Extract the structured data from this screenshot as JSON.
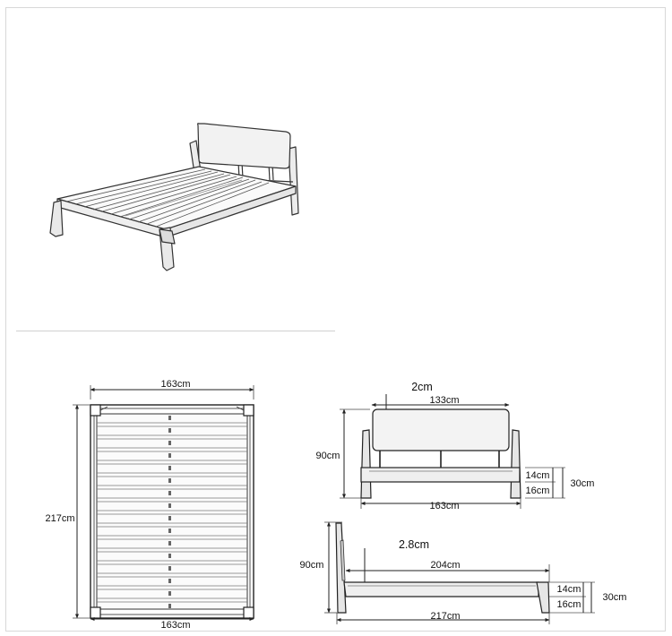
{
  "plan_view": {
    "top_width": "163cm",
    "bottom_width": "163cm",
    "length": "217cm"
  },
  "front_view": {
    "headboard_thickness": "2cm",
    "headboard_width": "133cm",
    "total_height": "90cm",
    "frame_width": "163cm",
    "rail_height": "14cm",
    "leg_clearance": "16cm",
    "bed_height": "30cm"
  },
  "side_view": {
    "headboard_thickness": "2.8cm",
    "total_height": "90cm",
    "inner_length": "204cm",
    "rail_height": "14cm",
    "leg_clearance": "16cm",
    "bed_height": "30cm",
    "total_length": "217cm"
  }
}
